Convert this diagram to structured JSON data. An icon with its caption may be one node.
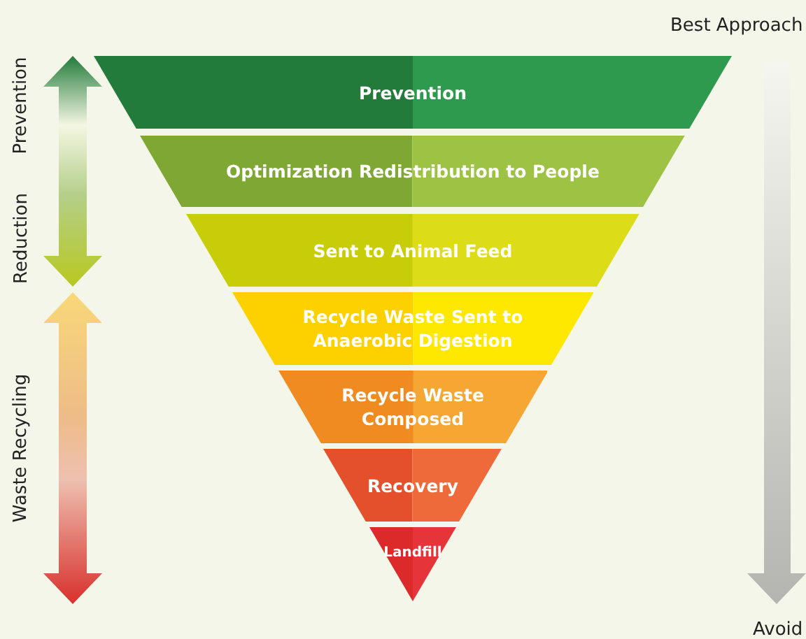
{
  "diagram": {
    "nodes": [
      {
        "text": [
          "Prevention"
        ]
      },
      {
        "text": [
          "Optimization Redistribution to People"
        ]
      },
      {
        "text": [
          "Sent to Animal Feed"
        ]
      },
      {
        "text": [
          "Recycle Waste Sent to Anaerobic Digestion"
        ]
      },
      {
        "text": [
          "Recycle Waste Composed"
        ]
      },
      {
        "text": [
          "Recovery"
        ]
      },
      {
        "text": [
          "Landfill"
        ]
      }
    ],
    "labels": [
      "Best Approach",
      "Prevention",
      "Reduction",
      "Waste Recycling",
      "Avoid"
    ]
  }
}
